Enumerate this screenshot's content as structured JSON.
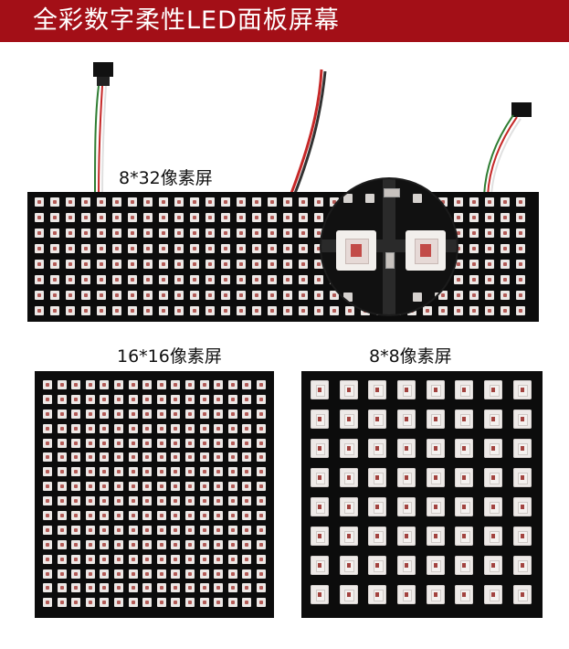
{
  "banner": {
    "title": "全彩数字柔性LED面板屏幕"
  },
  "labels": {
    "panel_8x32": "8*32像素屏",
    "panel_16x16": "16*16像素屏",
    "panel_8x8": "8*8像素屏"
  },
  "colors": {
    "banner_bg": "#a30f17",
    "pcb": "#0c0c0c",
    "led_body": "#ece8e6",
    "led_die": "#b35a56"
  }
}
